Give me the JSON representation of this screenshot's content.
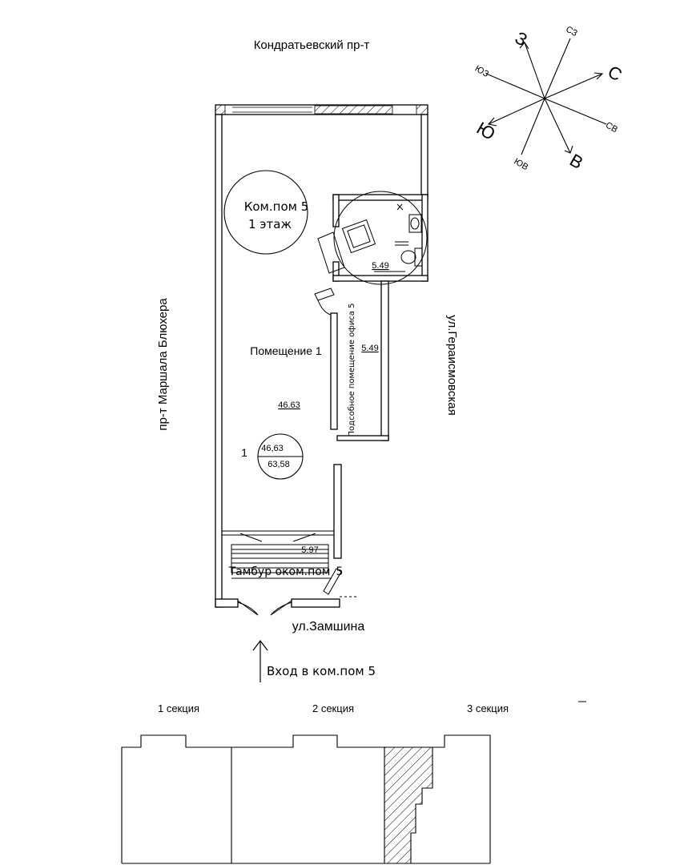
{
  "streets": {
    "north": "Кондратьевский пр-т",
    "west": "пр-т Маршала Блюхера",
    "east": "ул.Гераисмовская",
    "south": "ул.Замшина"
  },
  "room_tag": {
    "line1": "Ком.пом 5",
    "line2": "1 этаж"
  },
  "rooms": {
    "main": {
      "label": "Помещение 1",
      "area": "46.63"
    },
    "wc": {
      "area": "5.49"
    },
    "storage": {
      "label": "Подсобное помещение офиса 5",
      "area": "5.49"
    },
    "vestibule": {
      "label": "Тамбур оком.пом",
      "number": "5",
      "area": "5.97"
    }
  },
  "summary": {
    "index": "1",
    "top": "46,63",
    "bottom": "63,58"
  },
  "entrance": {
    "label": "Вход в ком.пом 5"
  },
  "compass": {
    "N": "С",
    "S": "Ю",
    "E": "В",
    "W": "З",
    "NE": "СВ",
    "NW": "СЗ",
    "SE": "ЮВ",
    "SW": "ЮЗ"
  },
  "sections": [
    "1 секция",
    "2 секция",
    "3 секция"
  ],
  "colors": {
    "line": "#000000",
    "glass": "#e6e6e6",
    "wall": "#ffffff"
  }
}
